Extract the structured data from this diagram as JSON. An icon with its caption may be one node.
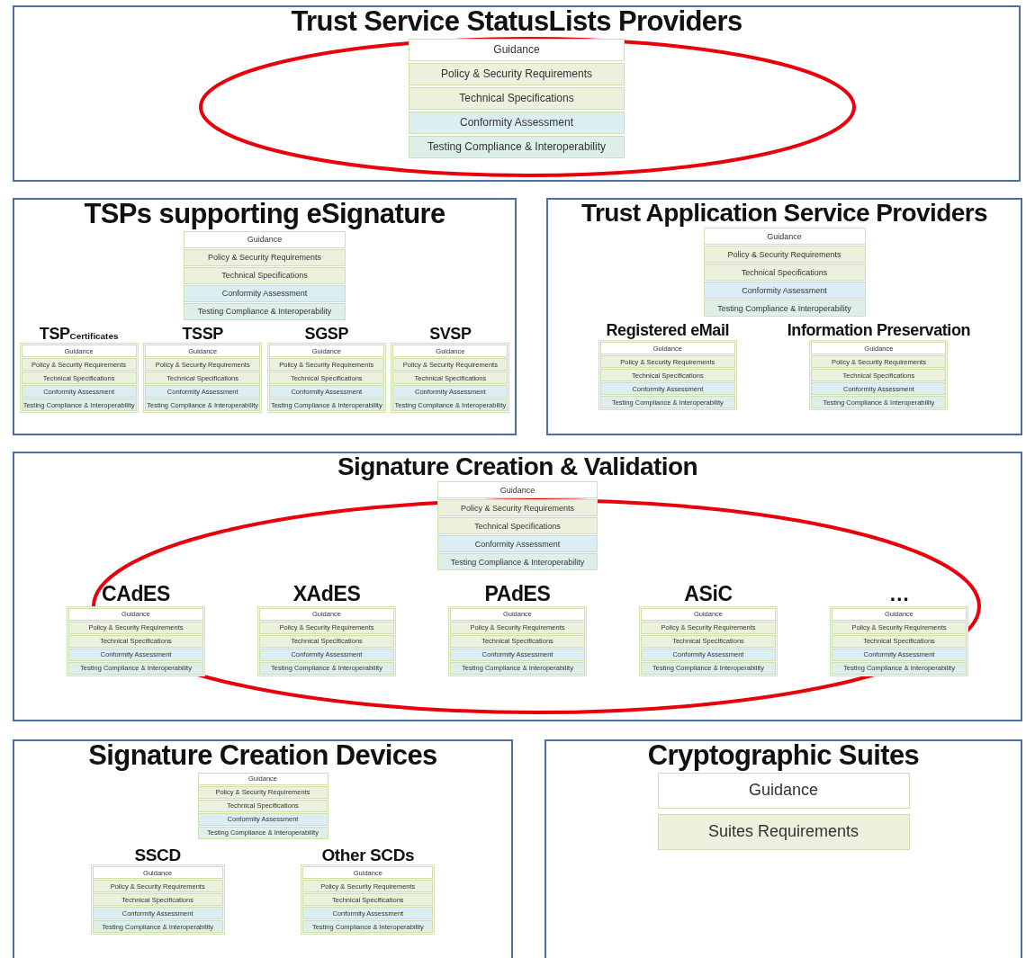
{
  "diagram": {
    "nodes": [
      {
        "text": [
          "Trust Service StatusLists Providers"
        ]
      },
      {
        "text": [
          "Guidance"
        ],
        "in": 0
      },
      {
        "text": [
          "Policy & Security Requirements"
        ],
        "in": 0
      },
      {
        "text": [
          "Technical Specifications"
        ],
        "in": 0
      },
      {
        "text": [
          "Conformity Assessment"
        ],
        "in": 0
      },
      {
        "text": [
          "Testing Compliance & Interoperability"
        ],
        "in": 0
      },
      {
        "text": [
          "TSPs supporting eSignature"
        ]
      },
      {
        "text": [
          "Guidance"
        ],
        "in": 6
      },
      {
        "text": [
          "Policy & Security Requirements"
        ],
        "in": 6
      },
      {
        "text": [
          "Technical Specifications"
        ],
        "in": 6
      },
      {
        "text": [
          "Conformity Assessment"
        ],
        "in": 6
      },
      {
        "text": [
          "Testing Compliance & Interoperability"
        ],
        "in": 6
      },
      {
        "text": [
          "TSP$_{Certificates}$"
        ],
        "in": 6
      },
      {
        "text": [
          "Guidance"
        ],
        "in": 12
      },
      {
        "text": [
          "Policy & Security Requirements"
        ],
        "in": 12
      },
      {
        "text": [
          "Technical Specifications"
        ],
        "in": 12
      },
      {
        "text": [
          "Conformity Assessment"
        ],
        "in": 12
      },
      {
        "text": [
          "Testing Compliance & Interoperability"
        ],
        "in": 12
      },
      {
        "text": [
          "TSSP"
        ],
        "in": 6
      },
      {
        "text": [
          "Guidance"
        ],
        "in": 18
      },
      {
        "text": [
          "Policy & Security Requirements"
        ],
        "in": 18
      },
      {
        "text": [
          "Technical Specifications"
        ],
        "in": 18
      },
      {
        "text": [
          "Conformity Assessment"
        ],
        "in": 18
      },
      {
        "text": [
          "Testing Compliance & Interoperability"
        ],
        "in": 18
      },
      {
        "text": [
          "SGSP"
        ],
        "in": 6
      },
      {
        "text": [
          "Guidance"
        ],
        "in": 24
      },
      {
        "text": [
          "Policy & Security Requirements"
        ],
        "in": 24
      },
      {
        "text": [
          "Technical Specifications"
        ],
        "in": 24
      },
      {
        "text": [
          "Conformity Assessment"
        ],
        "in": 24
      },
      {
        "text": [
          "Testing Compliance & Interoperability"
        ],
        "in": 24
      },
      {
        "text": [
          "SVSP"
        ],
        "in": 6
      },
      {
        "text": [
          "Guidance"
        ],
        "in": 30
      },
      {
        "text": [
          "Policy & Security Requirements"
        ],
        "in": 30
      },
      {
        "text": [
          "Technical Specifications"
        ],
        "in": 30
      },
      {
        "text": [
          "Conformity Assessment"
        ],
        "in": 30
      },
      {
        "text": [
          "Testing Compliance & Interoperability"
        ],
        "in": 30
      },
      {
        "text": [
          "Trust Application Service Providers"
        ]
      },
      {
        "text": [
          "Guidance"
        ],
        "in": 36
      },
      {
        "text": [
          "Policy & Security Requirements"
        ],
        "in": 36
      },
      {
        "text": [
          "Technical Specifications"
        ],
        "in": 36
      },
      {
        "text": [
          "Conformity Assessment"
        ],
        "in": 36
      },
      {
        "text": [
          "Testing Compliance & Interoperability"
        ],
        "in": 36
      },
      {
        "text": [
          "Registered eMail"
        ],
        "in": 36
      },
      {
        "text": [
          "Guidance"
        ],
        "in": 42
      },
      {
        "text": [
          "Policy & Security Requirements"
        ],
        "in": 42
      },
      {
        "text": [
          "Technical Specifications"
        ],
        "in": 42
      },
      {
        "text": [
          "Conformity Assessment"
        ],
        "in": 42
      },
      {
        "text": [
          "Testing Compliance & Interoperability"
        ],
        "in": 42
      },
      {
        "text": [
          "Information Preservation"
        ],
        "in": 36
      },
      {
        "text": [
          "Guidance"
        ],
        "in": 48
      },
      {
        "text": [
          "Policy & Security Requirements"
        ],
        "in": 48
      },
      {
        "text": [
          "Technical Specifications"
        ],
        "in": 48
      },
      {
        "text": [
          "Conformity Assessment"
        ],
        "in": 48
      },
      {
        "text": [
          "Testing Compliance & Interoperability"
        ],
        "in": 48
      },
      {
        "text": [
          "Signature Creation & Validation"
        ]
      },
      {
        "text": [
          "Guidance"
        ],
        "in": 54
      },
      {
        "text": [
          "Policy & Security Requirements"
        ],
        "in": 54
      },
      {
        "text": [
          "Technical Specifications"
        ],
        "in": 54
      },
      {
        "text": [
          "Conformity Assessment"
        ],
        "in": 54
      },
      {
        "text": [
          "Testing Compliance & Interoperability"
        ],
        "in": 54
      },
      {
        "text": [
          "CAdES"
        ],
        "in": 54
      },
      {
        "text": [
          "Guidance"
        ],
        "in": 60
      },
      {
        "text": [
          "Policy & Security Requirements"
        ],
        "in": 60
      },
      {
        "text": [
          "Technical Specifications"
        ],
        "in": 60
      },
      {
        "text": [
          "Conformity Assessment"
        ],
        "in": 60
      },
      {
        "text": [
          "Testing Compliance & Interoperability"
        ],
        "in": 60
      },
      {
        "text": [
          "XAdES"
        ],
        "in": 54
      },
      {
        "text": [
          "Guidance"
        ],
        "in": 66
      },
      {
        "text": [
          "Policy & Security Requirements"
        ],
        "in": 66
      },
      {
        "text": [
          "Technical Specifications"
        ],
        "in": 66
      },
      {
        "text": [
          "Conformity Assessment"
        ],
        "in": 66
      },
      {
        "text": [
          "Testing Compliance & Interoperability"
        ],
        "in": 66
      },
      {
        "text": [
          "PAdES"
        ],
        "in": 54
      },
      {
        "text": [
          "Guidance"
        ],
        "in": 72
      },
      {
        "text": [
          "Policy & Security Requirements"
        ],
        "in": 72
      },
      {
        "text": [
          "Technical Specifications"
        ],
        "in": 72
      },
      {
        "text": [
          "Conformity Assessment"
        ],
        "in": 72
      },
      {
        "text": [
          "Testing Compliance & Interoperability"
        ],
        "in": 72
      },
      {
        "text": [
          "ASiC"
        ],
        "in": 54
      },
      {
        "text": [
          "Guidance"
        ],
        "in": 78
      },
      {
        "text": [
          "Policy & Security Requirements"
        ],
        "in": 78
      },
      {
        "text": [
          "Technical Specifications"
        ],
        "in": 78
      },
      {
        "text": [
          "Conformity Assessment"
        ],
        "in": 78
      },
      {
        "text": [
          "Testing Compliance & Interoperability"
        ],
        "in": 78
      },
      {
        "text": [
          "…"
        ],
        "in": 54
      },
      {
        "text": [
          "Guidance"
        ],
        "in": 84
      },
      {
        "text": [
          "Policy & Security Requirements"
        ],
        "in": 84
      },
      {
        "text": [
          "Technical Specifications"
        ],
        "in": 84
      },
      {
        "text": [
          "Conformity Assessment"
        ],
        "in": 84
      },
      {
        "text": [
          "Testing Compliance & Interoperability"
        ],
        "in": 84
      },
      {
        "text": [
          "Signature Creation Devices"
        ]
      },
      {
        "text": [
          "Guidance"
        ],
        "in": 90
      },
      {
        "text": [
          "Policy & Security Requirements"
        ],
        "in": 90
      },
      {
        "text": [
          "Technical Specifications"
        ],
        "in": 90
      },
      {
        "text": [
          "Conformity Assessment"
        ],
        "in": 90
      },
      {
        "text": [
          "Testing Compliance & Interoperability"
        ],
        "in": 90
      },
      {
        "text": [
          "SSCD"
        ],
        "in": 90
      },
      {
        "text": [
          "Guidance"
        ],
        "in": 96
      },
      {
        "text": [
          "Policy & Security Requirements"
        ],
        "in": 96
      },
      {
        "text": [
          "Technical Specifications"
        ],
        "in": 96
      },
      {
        "text": [
          "Conformity Assessment"
        ],
        "in": 96
      },
      {
        "text": [
          "Testing Compliance & Interoperability"
        ],
        "in": 96
      },
      {
        "text": [
          "Other SCDs"
        ],
        "in": 90
      },
      {
        "text": [
          "Guidance"
        ],
        "in": 102
      },
      {
        "text": [
          "Policy & Security Requirements"
        ],
        "in": 102
      },
      {
        "text": [
          "Technical Specifications"
        ],
        "in": 102
      },
      {
        "text": [
          "Conformity Assessment"
        ],
        "in": 102
      },
      {
        "text": [
          "Testing Compliance & Interoperability"
        ],
        "in": 102
      },
      {
        "text": [
          "Cryptographic Suites"
        ]
      },
      {
        "text": [
          "Guidance"
        ],
        "in": 108
      },
      {
        "text": [
          "Suites Requirements"
        ],
        "in": 108
      }
    ]
  }
}
